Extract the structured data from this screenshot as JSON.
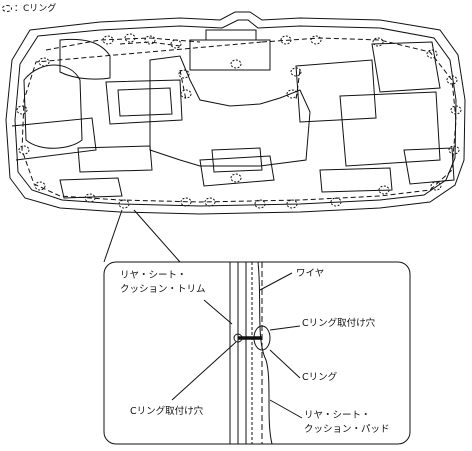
{
  "legend": {
    "symbol": "ring-symbol-icon",
    "text": "：Cリング"
  },
  "detail_labels": {
    "rear_seat_cushion_trim_line1": "リヤ・シート・",
    "rear_seat_cushion_trim_line2": "クッション・トリム",
    "wire": "ワイヤ",
    "c_ring_mount_hole_right": "Cリング取付け穴",
    "c_ring": "Cリング",
    "c_ring_mount_hole_left": "Cリング取付け穴",
    "rear_seat_cushion_pad_line1": "リヤ・シート・",
    "rear_seat_cushion_pad_line2": "クッション・パッド"
  },
  "colors": {
    "line": "#111111",
    "background": "#ffffff"
  }
}
